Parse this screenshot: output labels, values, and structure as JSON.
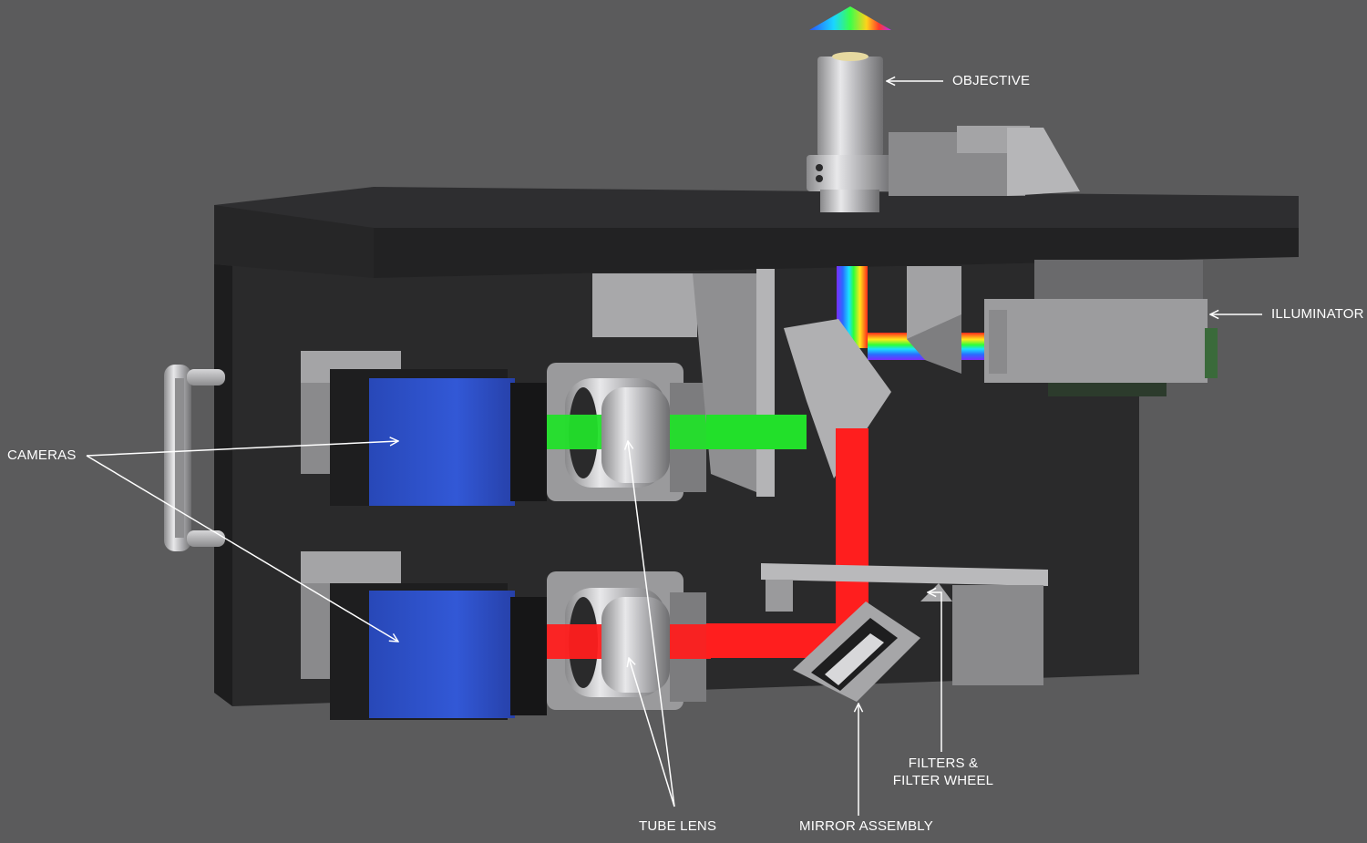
{
  "labels": {
    "objective": "OBJECTIVE",
    "illuminator": "ILLUMINATOR",
    "cameras": "CAMERAS",
    "tube_lens": "TUBE LENS",
    "mirror_assembly": "MIRROR ASSEMBLY",
    "filters_line1": "FILTERS &",
    "filters_line2": "FILTER WHEEL"
  },
  "colors": {
    "background": "#5b5b5c",
    "camera_blue": "#2c4fc4",
    "beam_green": "#22e02a",
    "beam_red": "#ff1e1e",
    "label_text": "#ffffff"
  }
}
